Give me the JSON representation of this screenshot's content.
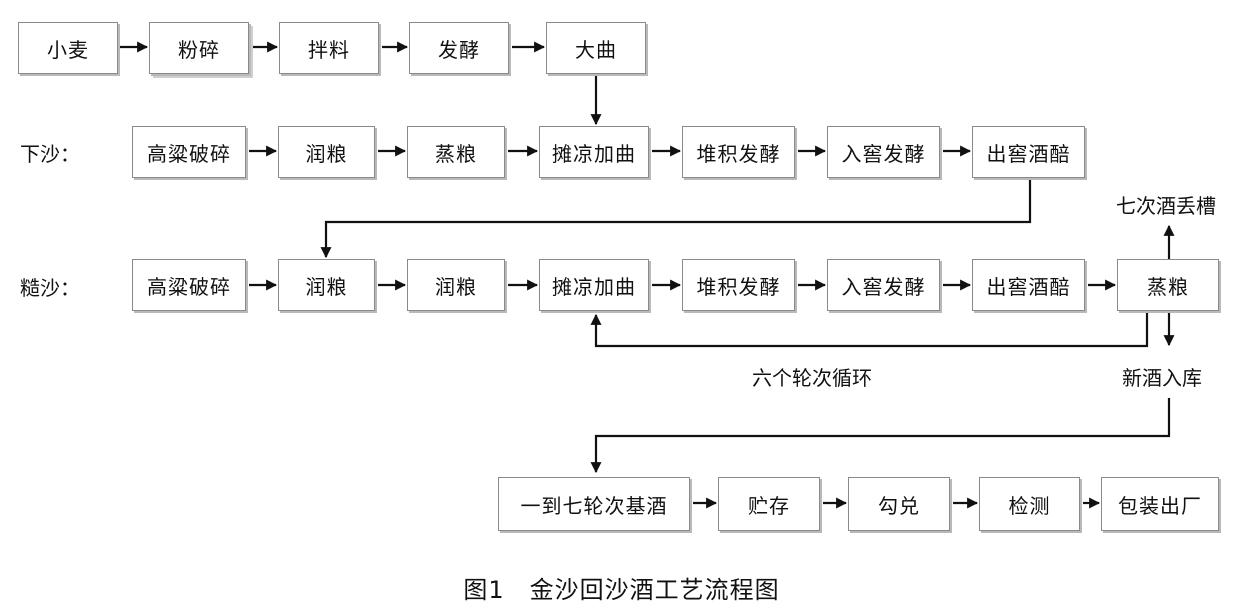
{
  "row0": {
    "steps": [
      "小麦",
      "粉碎",
      "拌料",
      "发酵",
      "大曲"
    ]
  },
  "row1": {
    "label": "下沙：",
    "steps": [
      "高粱破碎",
      "润粮",
      "蒸粮",
      "摊凉加曲",
      "堆积发酵",
      "入窖发酵",
      "出窖酒醅"
    ]
  },
  "row2": {
    "label": "糙沙：",
    "steps": [
      "高粱破碎",
      "润粮",
      "润粮",
      "摊凉加曲",
      "堆积发酵",
      "入窖发酵",
      "出窖酒醅",
      "蒸粮"
    ]
  },
  "annotations": {
    "discard": "七次酒丢槽",
    "cycle": "六个轮次循环",
    "storage": "新酒入库"
  },
  "row3": {
    "steps": [
      "一到七轮次基酒",
      "贮存",
      "勾兑",
      "检测",
      "包装出厂"
    ]
  },
  "caption": "图1　金沙回沙酒工艺流程图"
}
